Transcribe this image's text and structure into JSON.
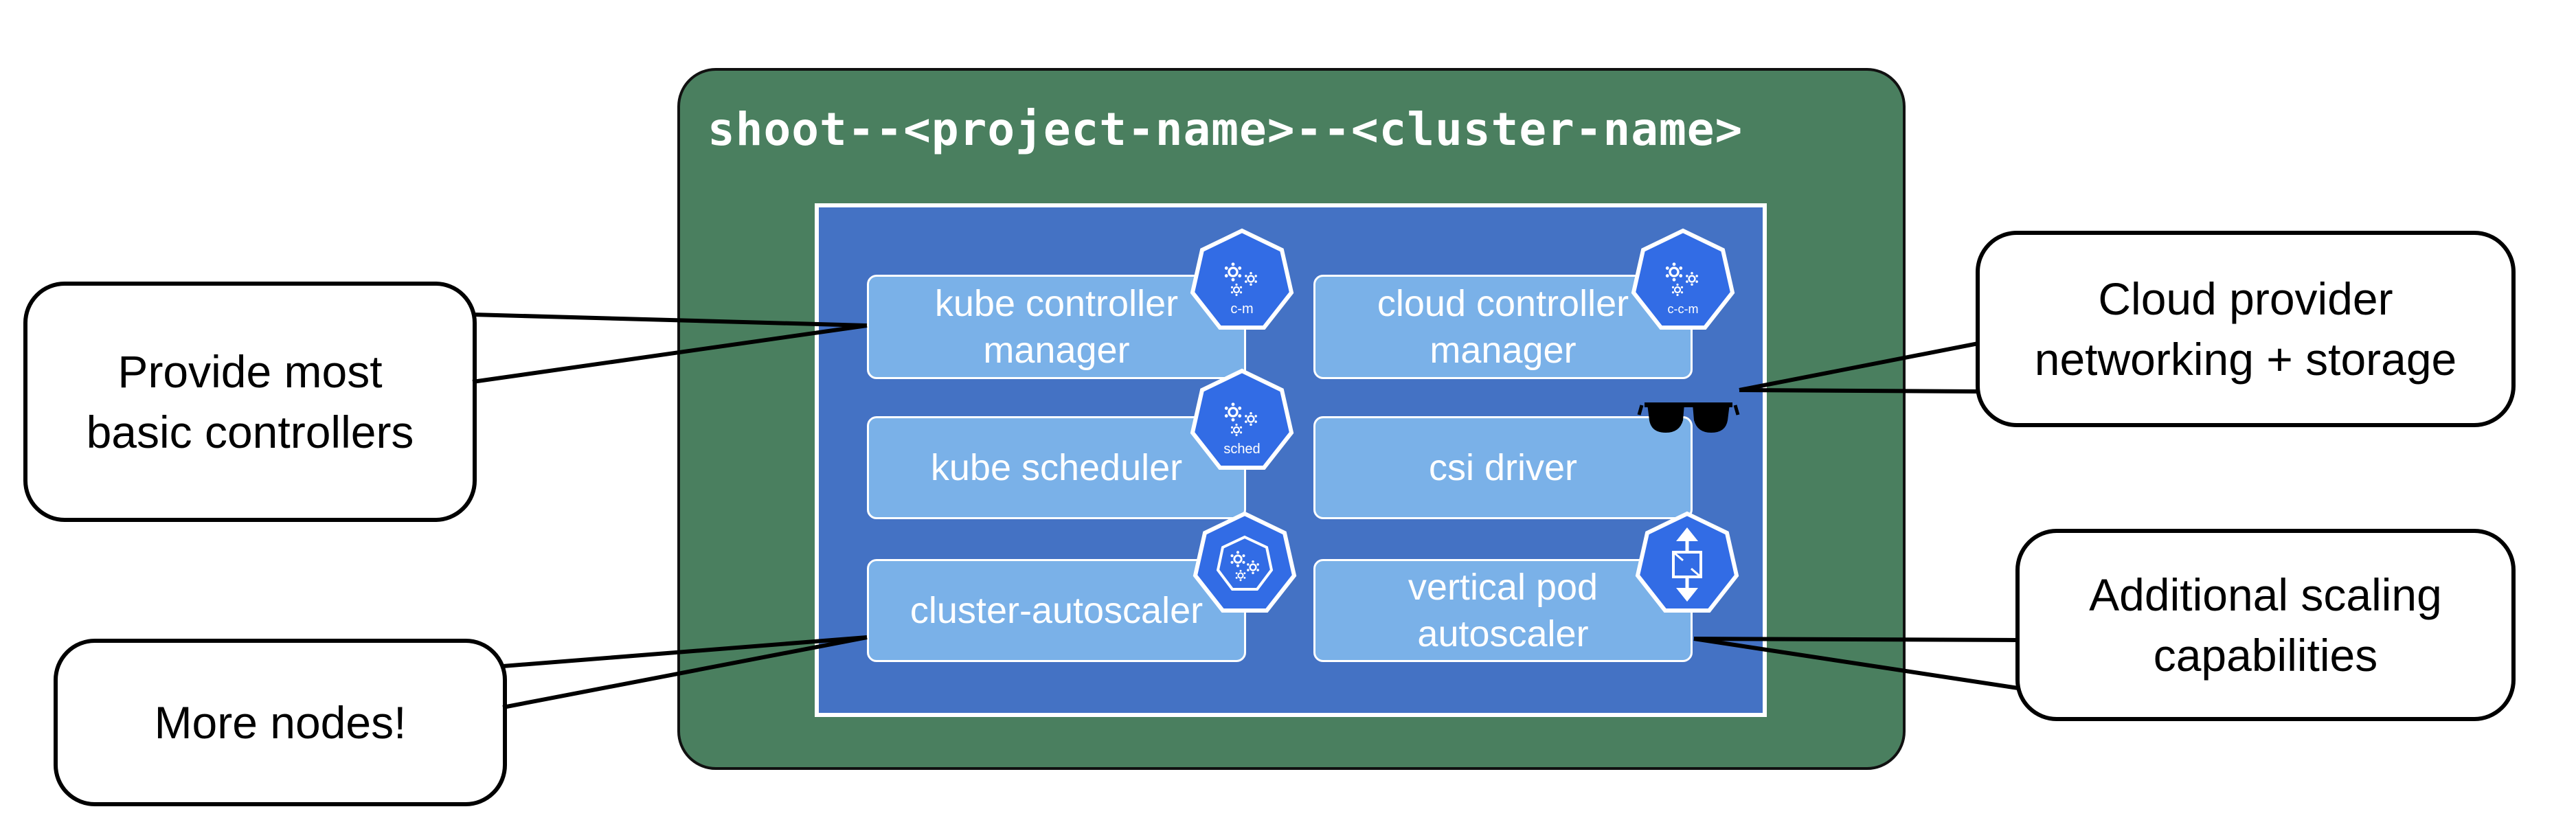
{
  "namespace": {
    "title": "shoot--<project-name>--<cluster-name>"
  },
  "components": {
    "kube_controller_manager": {
      "line1": "kube controller",
      "line2": "manager",
      "badge": "c-m"
    },
    "cloud_controller_manager": {
      "line1": "cloud controller",
      "line2": "manager",
      "badge": "c-c-m"
    },
    "kube_scheduler": {
      "label": "kube scheduler",
      "badge": "sched"
    },
    "csi_driver": {
      "label": "csi driver"
    },
    "cluster_autoscaler": {
      "label": "cluster-autoscaler"
    },
    "vertical_pod_autoscaler": {
      "line1": "vertical pod",
      "line2": "autoscaler"
    }
  },
  "callouts": {
    "basic_controllers": {
      "line1": "Provide most",
      "line2": "basic controllers"
    },
    "cloud_provider": {
      "line1": "Cloud provider",
      "line2": "networking + storage"
    },
    "more_nodes": {
      "label": "More nodes!"
    },
    "scaling": {
      "line1": "Additional scaling",
      "line2": "capabilities"
    }
  },
  "icons": {
    "kubernetes_badge": "kubernetes-heptagon-icon",
    "vpa_badge": "resize-arrows-icon",
    "sunglasses": "sunglasses-icon"
  },
  "colors": {
    "namespace_fill": "#4a7f5f",
    "plane_fill": "#4472c4",
    "component_fill": "#7ab1e8",
    "badge_fill": "#326ce5"
  }
}
